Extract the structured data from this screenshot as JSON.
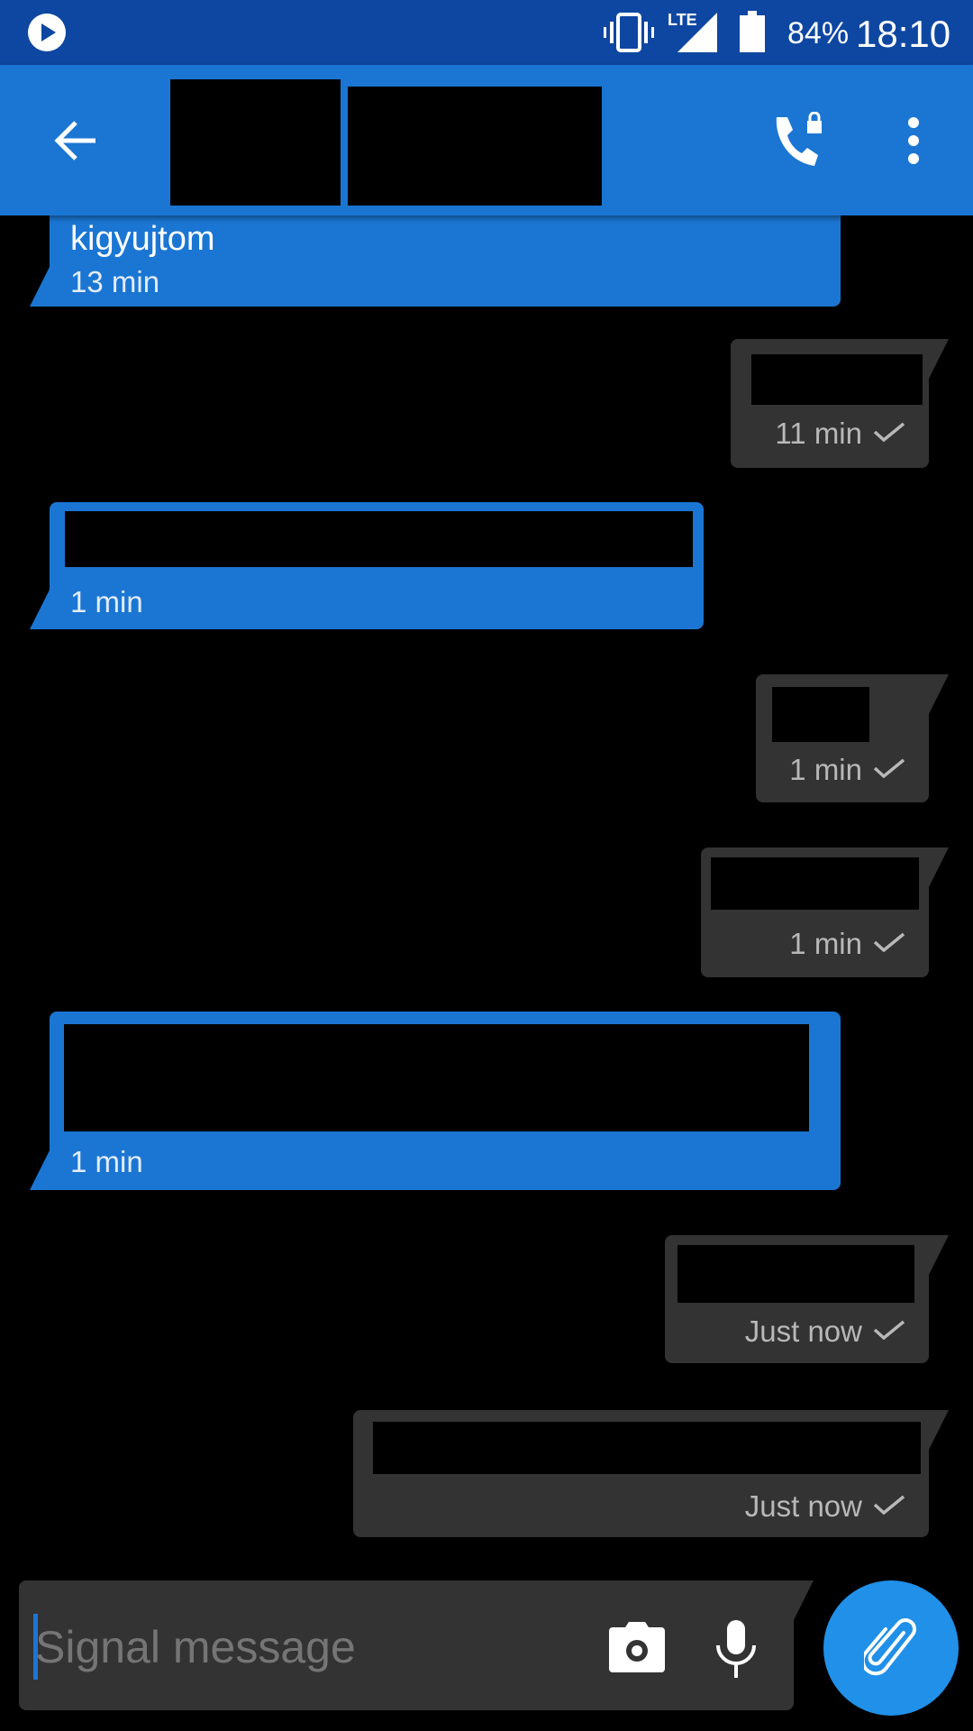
{
  "status_bar": {
    "battery": "84%",
    "time": "18:10",
    "network": "LTE",
    "icons": [
      "app-notification-icon",
      "vibrate-icon",
      "signal-icon",
      "battery-icon"
    ]
  },
  "header": {
    "icons": [
      "back-arrow-icon",
      "secure-call-icon",
      "more-options-icon"
    ]
  },
  "messages": [
    {
      "direction": "incoming",
      "text": "kigyujtom",
      "time": "13 min"
    },
    {
      "direction": "outgoing",
      "time": "11 min",
      "status": "sent"
    },
    {
      "direction": "incoming",
      "time": "1 min"
    },
    {
      "direction": "outgoing",
      "time": "1 min",
      "status": "sent"
    },
    {
      "direction": "outgoing",
      "time": "1 min",
      "status": "sent"
    },
    {
      "direction": "incoming",
      "time": "1 min"
    },
    {
      "direction": "outgoing",
      "time": "Just now",
      "status": "sent"
    },
    {
      "direction": "outgoing",
      "time": "Just now",
      "status": "sent"
    }
  ],
  "composer": {
    "placeholder": "Signal message",
    "value": "",
    "icons": [
      "camera-icon",
      "microphone-icon",
      "attachment-icon"
    ]
  },
  "colors": {
    "accent": "#1b76d3",
    "status_bar": "#0e47a1",
    "outgoing_bubble": "#333333",
    "fab": "#2090e8"
  }
}
